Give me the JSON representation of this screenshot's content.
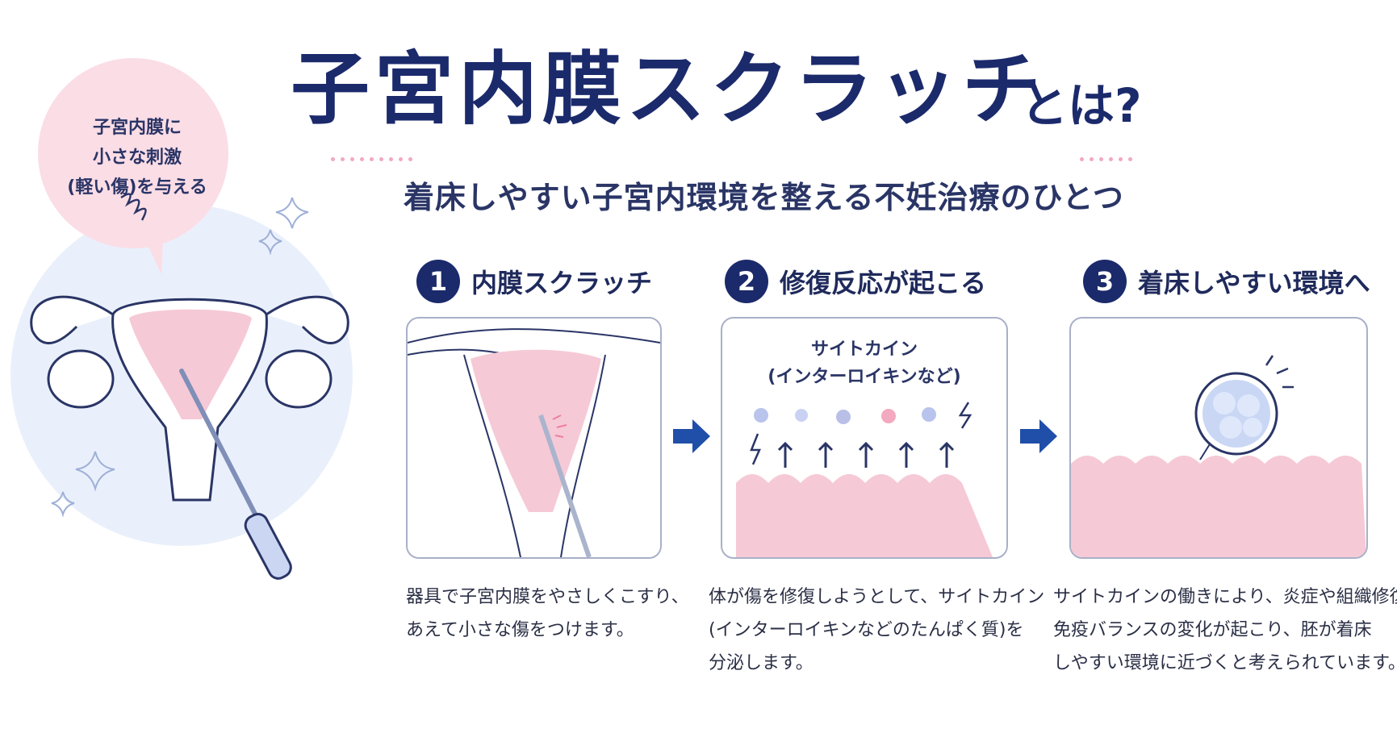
{
  "title": {
    "main": "子宮内膜スクラッチ",
    "tail": "とは?"
  },
  "subtitle": "着床しやすい子宮内環境を整える不妊治療のひとつ",
  "bubble": {
    "lines": [
      "子宮内膜に",
      "小さな刺激",
      "(軽い傷)を与える"
    ]
  },
  "steps": [
    {
      "num": "1",
      "title": "内膜スクラッチ",
      "desc": [
        "器具で子宮内膜をやさしくこすり、",
        "あえて小さな傷をつけます。"
      ]
    },
    {
      "num": "2",
      "title": "修復反応が起こる",
      "panel_label": [
        "サイトカイン",
        "(インターロイキンなど)"
      ],
      "desc": [
        "体が傷を修復しようとして、サイトカイン",
        "(インターロイキンなどのたんぱく質)を",
        "分泌します。"
      ]
    },
    {
      "num": "3",
      "title": "着床しやすい環境へ",
      "desc": [
        "サイトカインの働きにより、炎症や組織修復、",
        "免疫バランスの変化が起こり、胚が着床",
        "しやすい環境に近づくと考えられています。"
      ]
    }
  ],
  "colors": {
    "navy": "#1b2a6b",
    "pink": "#f6c9d6",
    "pink_dark": "#f0a8bd",
    "blue_light": "#e9eefa",
    "arrow": "#1f4fa8"
  },
  "icons": [
    "sparkle-icon",
    "scratch-mark-icon",
    "arrow-right-icon",
    "lightning-icon",
    "up-arrow-icon"
  ]
}
